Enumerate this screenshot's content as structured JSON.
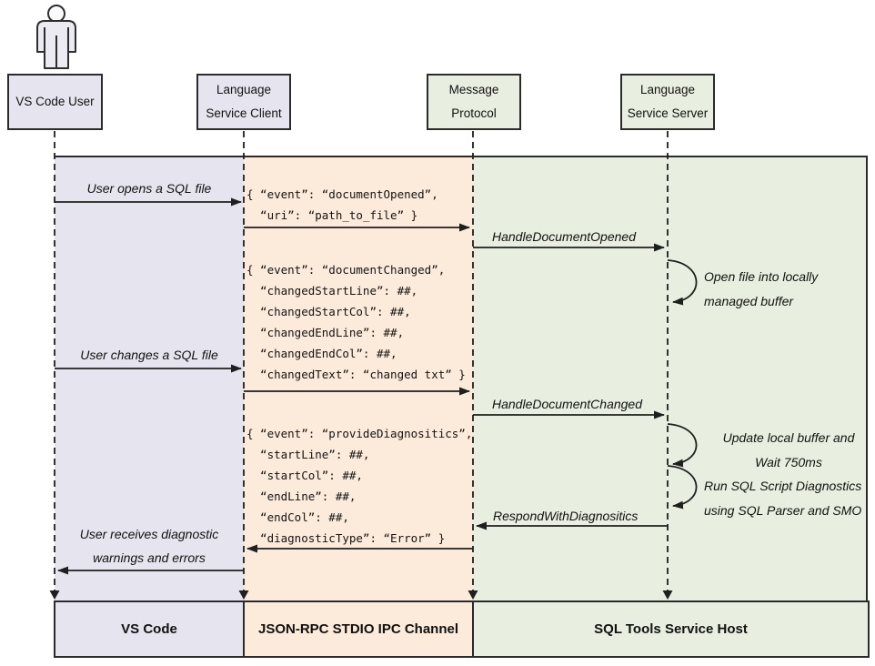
{
  "colors": {
    "lavender": "#e6e5ef",
    "peach": "#fceada",
    "green": "#e9efe0",
    "line": "#1f1f1f"
  },
  "actors": [
    {
      "lines": [
        "VS Code User"
      ]
    },
    {
      "lines": [
        "Language",
        "Service Client"
      ]
    },
    {
      "lines": [
        "Message",
        "Protocol"
      ]
    },
    {
      "lines": [
        "Language",
        "Service Server"
      ]
    }
  ],
  "messages": {
    "user_opens": "User opens a SQL file",
    "user_changes": "User changes a SQL file",
    "user_receives_line1": "User receives diagnostic",
    "user_receives_line2": "warnings and errors",
    "handle_document_opened": "HandleDocumentOpened",
    "handle_document_changed": "HandleDocumentChanged",
    "respond_with_diagnostics": "RespondWithDiagnositics"
  },
  "payloads": {
    "document_opened": "{ “event”: “documentOpened”,\n  “uri”: “path_to_file” }",
    "document_changed": "{ “event”: “documentChanged”,\n  “changedStartLine”: ##,\n  “changedStartCol”: ##,\n  “changedEndLine”: ##,\n  “changedEndCol”: ##,\n  “changedText”: “changed txt” }",
    "provide_diagnostics": "{ “event”: “provideDiagnositics”,\n  “startLine”: ##,\n  “startCol”: ##,\n  “endLine”: ##,\n  “endCol”: ##,\n  “diagnosticType”: “Error” }"
  },
  "notes": {
    "open_file": [
      "Open file into locally",
      "managed buffer"
    ],
    "update_buffer": [
      "Update local buffer and",
      "Wait 750ms"
    ],
    "run_diagnostics": [
      "Run SQL Script Diagnostics",
      "using SQL Parser and SMO"
    ]
  },
  "footers": [
    "VS Code",
    "JSON-RPC STDIO IPC Channel",
    "SQL Tools Service Host"
  ]
}
